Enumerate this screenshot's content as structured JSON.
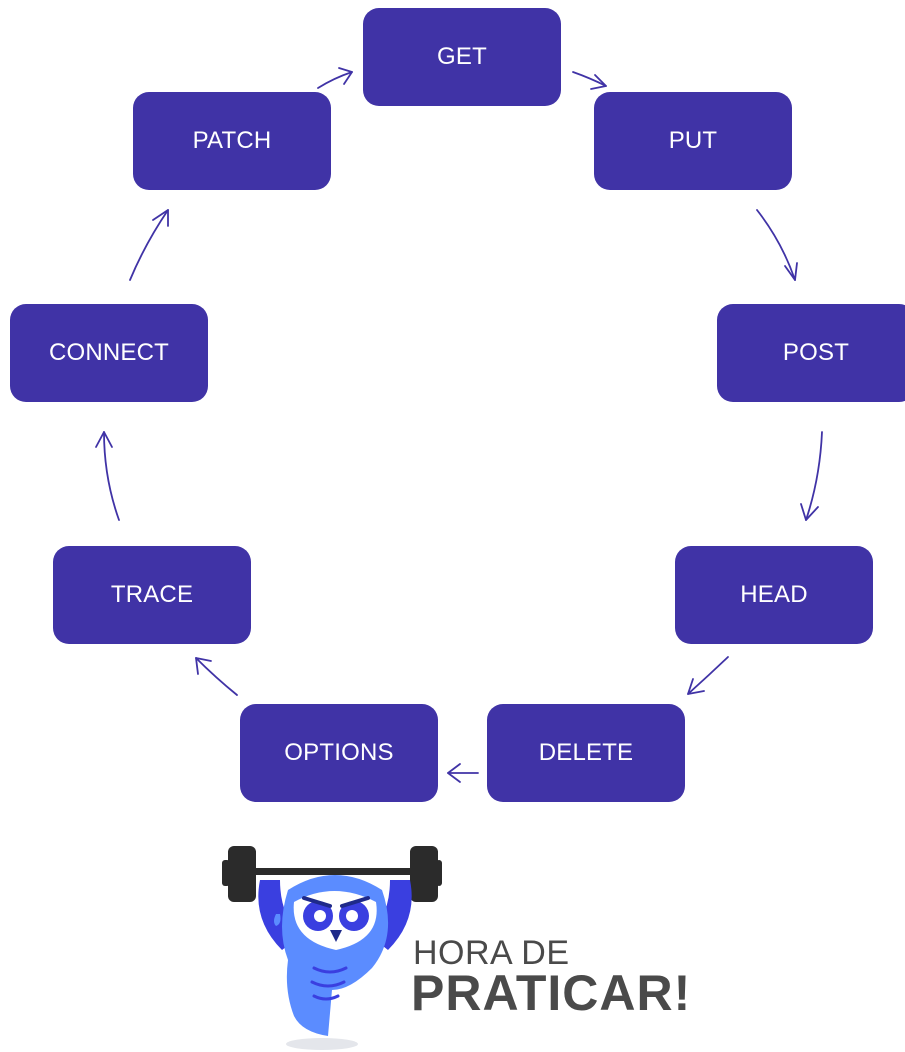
{
  "diagram": {
    "nodes": {
      "get": "GET",
      "put": "PUT",
      "post": "POST",
      "head": "HEAD",
      "delete": "DELETE",
      "options": "OPTIONS",
      "trace": "TRACE",
      "connect": "CONNECT",
      "patch": "PATCH"
    },
    "colors": {
      "node_fill": "#4033a6",
      "node_text": "#ffffff",
      "arrow": "#4033a6"
    }
  },
  "brand": {
    "line1": "HORA DE",
    "line2": "PRATICAR!",
    "mascot_icon": "owl-lifting-barbell-icon",
    "colors": {
      "text": "#4a4a4a",
      "owl_light": "#5b8cff",
      "owl_dark": "#3a3fe0",
      "barbell": "#2b2b2b"
    }
  }
}
